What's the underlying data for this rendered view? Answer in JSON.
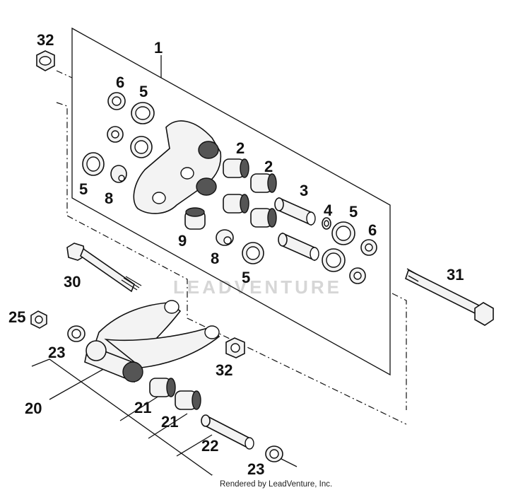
{
  "diagram": {
    "callouts": [
      "1",
      "2",
      "2",
      "3",
      "4",
      "5",
      "5",
      "5",
      "5",
      "6",
      "6",
      "8",
      "8",
      "9",
      "20",
      "21",
      "21",
      "22",
      "23",
      "23",
      "25",
      "30",
      "31",
      "32",
      "32"
    ]
  },
  "watermark": "LEADVENTURE",
  "footer": "Rendered by LeadVenture, Inc."
}
